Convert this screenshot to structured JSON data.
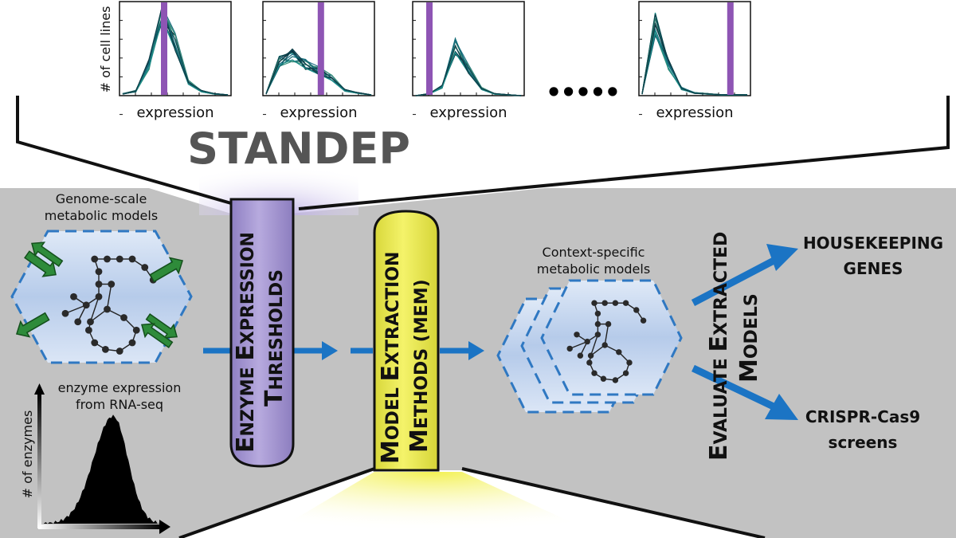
{
  "title": "STANDEP",
  "ellipsis": "•••••",
  "histograms": {
    "y_label": "# of cell lines",
    "x_label": "expression",
    "panels": [
      {
        "shape": "peak-left",
        "threshold": 0.4
      },
      {
        "shape": "broad",
        "threshold": 0.52
      },
      {
        "shape": "peak-mid",
        "threshold": 0.15
      },
      {
        "shape": "peak-left-sharp",
        "threshold": 0.82
      }
    ]
  },
  "left_panel": {
    "gsm_label_line1": "Genome-scale",
    "gsm_label_line2": "metabolic models",
    "rna_label_line1": "enzyme expression",
    "rna_label_line2": "from RNA-seq",
    "rna_y_label": "# of enzymes"
  },
  "pillars": {
    "thresholds": {
      "line1": [
        {
          "big": "E",
          "small": "NZYME "
        },
        {
          "big": "E",
          "small": "XPRESSION"
        }
      ],
      "line2": [
        {
          "big": "T",
          "small": "HRESHOLDS"
        }
      ],
      "color": "#a99bd1"
    },
    "mem": {
      "line1": [
        {
          "big": "M",
          "small": "ODEL "
        },
        {
          "big": "E",
          "small": "XTRACTION"
        }
      ],
      "line2": [
        {
          "big": "M",
          "small": "ETHODS (MEM)"
        }
      ],
      "color": "#e9e84a"
    }
  },
  "context": {
    "label_line1": "Context-specific",
    "label_line2": "metabolic models"
  },
  "evaluate": {
    "line1": [
      {
        "big": "E",
        "small": "VALUATE "
      },
      {
        "big": "E",
        "small": "XTRACTED"
      }
    ],
    "line2": [
      {
        "big": "M",
        "small": "ODELS"
      }
    ]
  },
  "outputs": {
    "housekeeping_line1": "HOUSEKEEPING",
    "housekeeping_line2": "GENES",
    "crispr_line1": "CRISPR-Cas9",
    "crispr_line2": "screens"
  },
  "colors": {
    "arrow_blue": "#1b74c4",
    "hex_dash": "#2f78c2",
    "green_arrow": "#2e8b3a",
    "threshold_bar": "#8e55b4",
    "panel_gray": "#c2c2c2",
    "standep_gray": "#555555"
  }
}
